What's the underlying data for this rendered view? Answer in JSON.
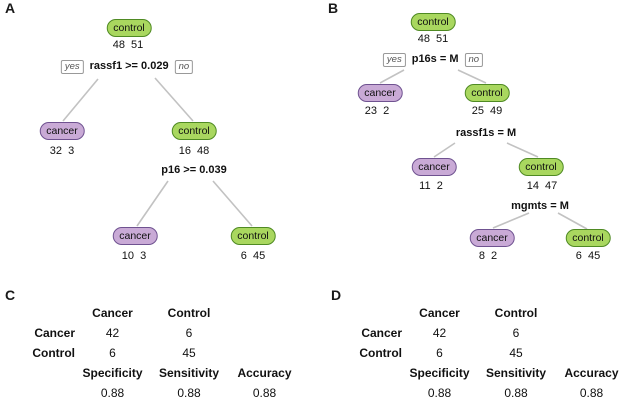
{
  "tree_a": {
    "panel_label": "A",
    "nodes": [
      {
        "label": "control",
        "counts": "48  51"
      },
      {
        "label": "cancer",
        "counts": "32  3"
      },
      {
        "label": "control",
        "counts": "16  48"
      },
      {
        "label": "cancer",
        "counts": "10  3"
      },
      {
        "label": "control",
        "counts": "6  45"
      }
    ],
    "splits": [
      {
        "yes": "yes",
        "condition": "rassf1 >= 0.029",
        "no": "no"
      },
      {
        "condition": "p16 >= 0.039"
      }
    ]
  },
  "tree_b": {
    "panel_label": "B",
    "nodes": [
      {
        "label": "control",
        "counts": "48  51"
      },
      {
        "label": "cancer",
        "counts": "23  2"
      },
      {
        "label": "control",
        "counts": "25  49"
      },
      {
        "label": "cancer",
        "counts": "11  2"
      },
      {
        "label": "control",
        "counts": "14  47"
      },
      {
        "label": "cancer",
        "counts": "8  2"
      },
      {
        "label": "control",
        "counts": "6  45"
      }
    ],
    "splits": [
      {
        "yes": "yes",
        "condition": "p16s = M",
        "no": "no"
      },
      {
        "condition": "rassf1s = M"
      },
      {
        "condition": "mgmts = M"
      }
    ]
  },
  "table_c": {
    "panel_label": "C",
    "col_headers": [
      "Cancer",
      "Control"
    ],
    "rows": [
      {
        "label": "Cancer",
        "values": [
          "42",
          "6"
        ]
      },
      {
        "label": "Control",
        "values": [
          "6",
          "45"
        ]
      }
    ],
    "metric_headers": [
      "Specificity",
      "Sensitivity",
      "Accuracy"
    ],
    "metric_values": [
      "0.88",
      "0.88",
      "0.88"
    ]
  },
  "table_d": {
    "panel_label": "D",
    "col_headers": [
      "Cancer",
      "Control"
    ],
    "rows": [
      {
        "label": "Cancer",
        "values": [
          "42",
          "6"
        ]
      },
      {
        "label": "Control",
        "values": [
          "6",
          "45"
        ]
      }
    ],
    "metric_headers": [
      "Specificity",
      "Sensitivity",
      "Accuracy"
    ],
    "metric_values": [
      "0.88",
      "0.88",
      "0.88"
    ]
  },
  "colors": {
    "control_fill": "#a9d75f",
    "control_border": "#4f8a23",
    "cancer_fill": "#c9aad6",
    "cancer_border": "#6f5290",
    "edge_gray": "#c2c2c2",
    "text": "#111111"
  }
}
